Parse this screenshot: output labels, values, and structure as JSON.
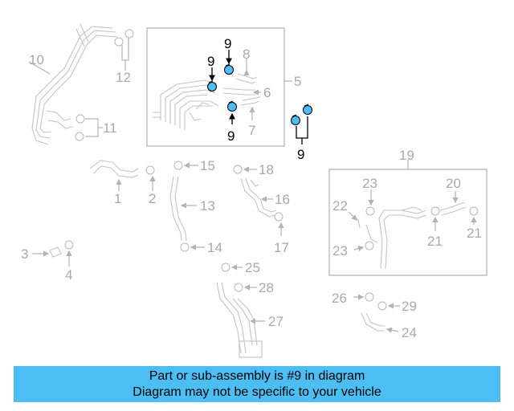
{
  "callouts": {
    "c1": "1",
    "c2": "2",
    "c3": "3",
    "c4": "4",
    "c5": "5",
    "c6": "6",
    "c7": "7",
    "c8": "8",
    "c9": "9",
    "c10": "10",
    "c11": "11",
    "c12": "12",
    "c13": "13",
    "c14": "14",
    "c15": "15",
    "c16": "16",
    "c17": "17",
    "c18": "18",
    "c19": "19",
    "c20": "20",
    "c21": "21",
    "c22": "22",
    "c23": "23",
    "c24": "24",
    "c25": "25",
    "c26": "26",
    "c27": "27",
    "c28": "28",
    "c29": "29"
  },
  "highlight": {
    "part": "9",
    "color": "#4dbef4"
  },
  "caption": {
    "line1": "Part or sub-assembly is #9 in diagram",
    "line2": "Diagram may not be specific to your vehicle"
  }
}
